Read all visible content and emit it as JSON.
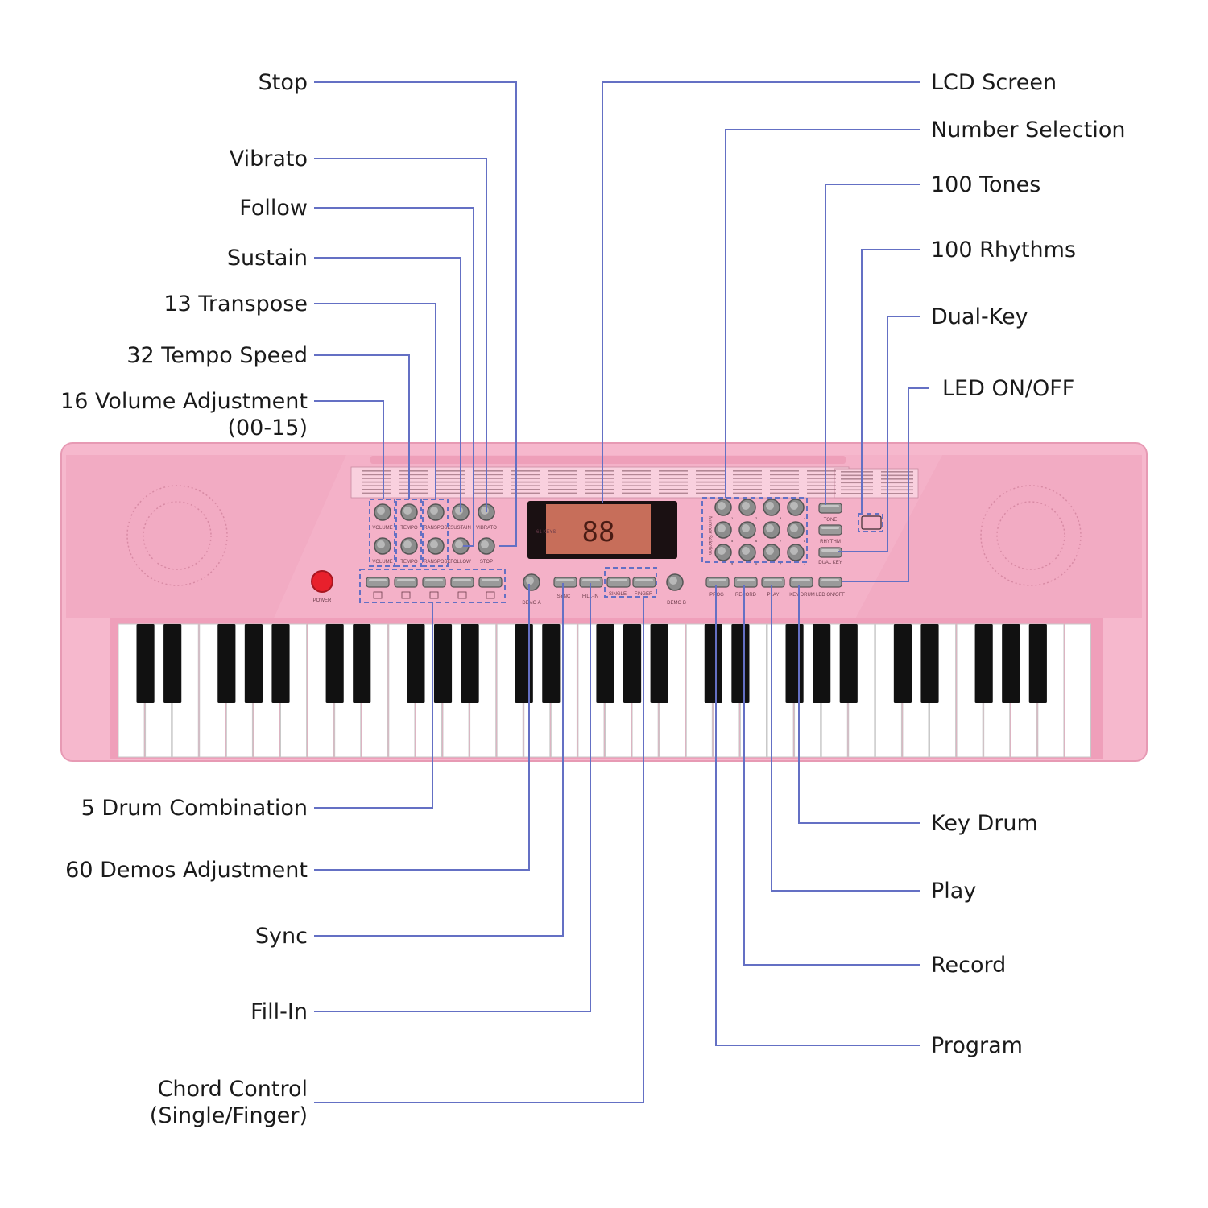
{
  "accent_colors": {
    "leader": "#6470c4",
    "body_pink": "#f6b8cd",
    "panel_pink": "#f3a9c2",
    "key_white": "#ffffff",
    "key_black": "#111111",
    "power": "#e8202c"
  },
  "callouts_left": [
    {
      "id": "stop",
      "lines": [
        "Stop"
      ]
    },
    {
      "id": "vibrato",
      "lines": [
        "Vibrato"
      ]
    },
    {
      "id": "follow",
      "lines": [
        "Follow"
      ]
    },
    {
      "id": "sustain",
      "lines": [
        "Sustain"
      ]
    },
    {
      "id": "transpose",
      "lines": [
        "13 Transpose"
      ]
    },
    {
      "id": "tempo",
      "lines": [
        "32 Tempo Speed"
      ]
    },
    {
      "id": "volume",
      "lines": [
        "16 Volume Adjustment",
        "(00-15)"
      ]
    },
    {
      "id": "drum",
      "lines": [
        "5 Drum Combination"
      ]
    },
    {
      "id": "demos",
      "lines": [
        "60 Demos Adjustment"
      ]
    },
    {
      "id": "sync",
      "lines": [
        "Sync"
      ]
    },
    {
      "id": "fillin",
      "lines": [
        "Fill-In"
      ]
    },
    {
      "id": "chord",
      "lines": [
        "Chord Control",
        "(Single/Finger)"
      ]
    }
  ],
  "callouts_right": [
    {
      "id": "lcd",
      "lines": [
        "LCD Screen"
      ]
    },
    {
      "id": "number",
      "lines": [
        "Number Selection"
      ]
    },
    {
      "id": "tones",
      "lines": [
        "100 Tones"
      ]
    },
    {
      "id": "rhythms",
      "lines": [
        "100 Rhythms"
      ]
    },
    {
      "id": "dualkey",
      "lines": [
        "Dual-Key"
      ]
    },
    {
      "id": "led",
      "lines": [
        "LED ON/OFF"
      ]
    },
    {
      "id": "keydrum",
      "lines": [
        "Key Drum"
      ]
    },
    {
      "id": "play",
      "lines": [
        "Play"
      ]
    },
    {
      "id": "record",
      "lines": [
        "Record"
      ]
    },
    {
      "id": "program",
      "lines": [
        "Program"
      ]
    }
  ],
  "panel": {
    "left_labels": {
      "volume": "VOLUME",
      "tempo": "TEMPO",
      "transpose": "TRANSPOSE",
      "sustain": "SUSTAIN",
      "vibrato": "VIBRATO",
      "follow": "FOLLOW",
      "stop": "STOP"
    },
    "center_labels": {
      "demo_a": "DEMO A",
      "demo_b": "DEMO B",
      "sync": "SYNC",
      "fill_in": "FILL-IN",
      "single": "SINGLE",
      "finger": "FINGER",
      "keys_badge": "61 KEYS",
      "lcd_digits": "88",
      "number_selection": "Number Selection"
    },
    "right_labels": {
      "prog": "PROG",
      "record": "RECORD",
      "play": "PLAY",
      "key_drum": "KEY DRUM",
      "led": "LED ON/OFF",
      "tone": "TONE",
      "rhythm": "RHYTHM",
      "dual_key": "DUAL KEY"
    },
    "power": "POWER",
    "number_keys": [
      "1",
      "2",
      "3",
      "4",
      "5",
      "6",
      "7",
      "8",
      "9",
      "0",
      "+",
      "-"
    ]
  },
  "keyboard": {
    "white_keys": 36,
    "black_pattern": [
      1,
      1,
      0,
      1,
      1,
      1,
      0
    ]
  }
}
